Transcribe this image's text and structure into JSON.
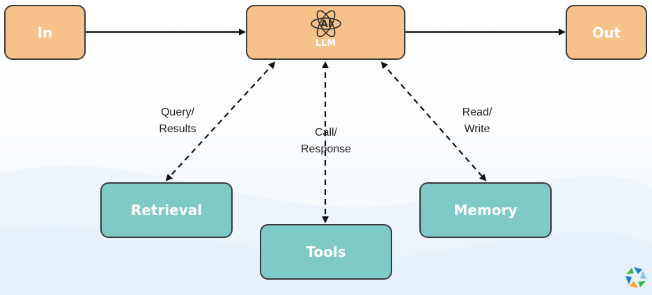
{
  "nodes": {
    "in": "In",
    "out": "Out",
    "llm": {
      "icon_text": "AI",
      "label": "LLM"
    },
    "retrieval": "Retrieval",
    "tools": "Tools",
    "memory": "Memory"
  },
  "edges": {
    "retrieval": {
      "line1": "Query/",
      "line2": "Results"
    },
    "tools": {
      "line1": "Call/",
      "line2": "Response"
    },
    "memory": {
      "line1": "Read/",
      "line2": "Write"
    }
  },
  "colors": {
    "process": "#f7c18a",
    "component": "#7ecac6",
    "border": "#3b3b3b",
    "arrow": "#111111",
    "logo": [
      "#1f7fc4",
      "#39b54a",
      "#f5a623",
      "#8dc6ea"
    ]
  },
  "icons": {
    "llm": "atom-ai-icon",
    "brand": "aperture-logo-icon"
  }
}
